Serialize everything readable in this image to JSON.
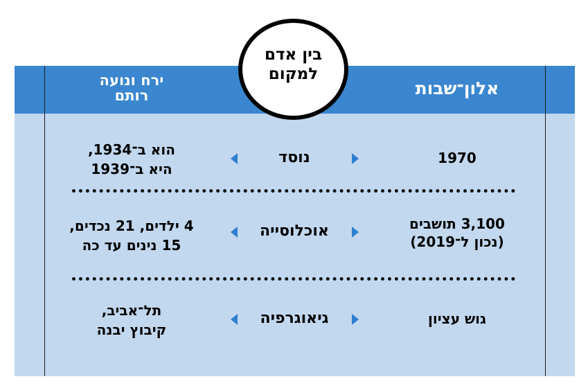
{
  "badge": {
    "line1": "בין אדם",
    "line2": "למקום"
  },
  "columns": {
    "right_header": "אלון־שבות",
    "left_header_line1": "ירח ונועה",
    "left_header_line2": "רותם"
  },
  "rows": [
    {
      "label": "נוסד",
      "right": [
        "1970"
      ],
      "left": [
        "הוא ב־1934,",
        "היא ב־1939"
      ]
    },
    {
      "label": "אוכלוסייה",
      "right": [
        "3,100 תושבים",
        "(נכון ל־2019)"
      ],
      "left": [
        "4 ילדים, 21 נכדים,",
        "15 נינים עד כה"
      ]
    },
    {
      "label": "גיאוגרפיה",
      "right": [
        "גוש עציון"
      ],
      "left": [
        "תל־אביב,",
        "קיבוץ יבנה"
      ]
    }
  ],
  "colors": {
    "header_blue": "#3a86cf",
    "panel_blue": "#c2d8ef",
    "arrow_blue": "#2e7fcf"
  }
}
